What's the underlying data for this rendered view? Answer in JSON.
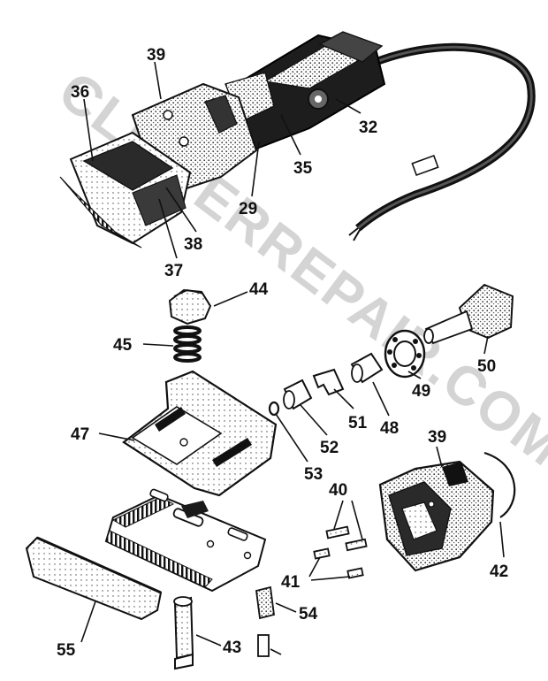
{
  "watermark": "CLIPPERREPAIR.COM",
  "parts": [
    {
      "id": "p36",
      "number": "36"
    },
    {
      "id": "p39a",
      "number": "39"
    },
    {
      "id": "p32",
      "number": "32"
    },
    {
      "id": "p35",
      "number": "35"
    },
    {
      "id": "p29",
      "number": "29"
    },
    {
      "id": "p38",
      "number": "38"
    },
    {
      "id": "p37",
      "number": "37"
    },
    {
      "id": "p44",
      "number": "44"
    },
    {
      "id": "p45",
      "number": "45"
    },
    {
      "id": "p50",
      "number": "50"
    },
    {
      "id": "p49",
      "number": "49"
    },
    {
      "id": "p48",
      "number": "48"
    },
    {
      "id": "p51",
      "number": "51"
    },
    {
      "id": "p52",
      "number": "52"
    },
    {
      "id": "p53",
      "number": "53"
    },
    {
      "id": "p47",
      "number": "47"
    },
    {
      "id": "p39b",
      "number": "39"
    },
    {
      "id": "p40",
      "number": "40"
    },
    {
      "id": "p41",
      "number": "41"
    },
    {
      "id": "p42",
      "number": "42"
    },
    {
      "id": "p54",
      "number": "54"
    },
    {
      "id": "p55",
      "number": "55"
    },
    {
      "id": "p43",
      "number": "43"
    }
  ]
}
